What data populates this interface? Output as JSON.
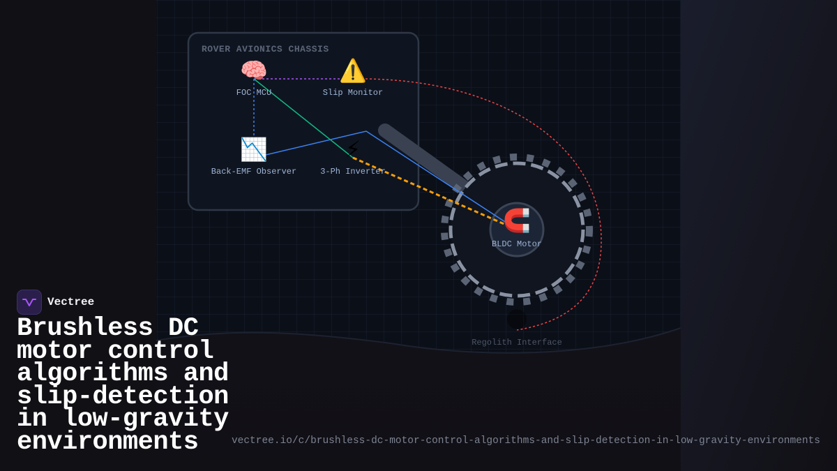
{
  "brand": {
    "name": "Vectree",
    "logo_icon": "waveform-icon",
    "logo_color": "#a855f7"
  },
  "headline": "Brushless DC motor control algorithms and slip-detection in low-gravity environments",
  "url": "vectree.io/c/brushless-dc-motor-control-algorithms-and-slip-detection-in-low-gravity-environments",
  "diagram": {
    "chassis_title": "ROVER AVIONICS CHASSIS",
    "nodes": [
      {
        "id": "foc",
        "icon": "🧠",
        "icon_name": "brain-icon",
        "label": "FOC MCU"
      },
      {
        "id": "slip",
        "icon": "⚠️",
        "icon_name": "warning-icon",
        "label": "Slip Monitor"
      },
      {
        "id": "observer",
        "icon": "📉",
        "icon_name": "chart-decreasing-icon",
        "label": "Back-EMF Observer"
      },
      {
        "id": "inverter",
        "icon": "⚡",
        "icon_name": "lightning-icon",
        "label": "3-Ph Inverter"
      },
      {
        "id": "motor",
        "icon": "🧲",
        "icon_name": "magnet-icon",
        "label": "BLDC Motor"
      },
      {
        "id": "regolith",
        "icon": "🌑",
        "icon_name": "moon-icon",
        "label": "Regolith Interface"
      }
    ],
    "colors": {
      "foc_to_slip": "#a855f7",
      "foc_to_observer": "#3b82f6",
      "foc_to_inverter": "#10b981",
      "observer_to_motor": "#3b82f6",
      "inverter_to_motor": "#f59e0b",
      "slip_to_regolith": "#ef4444"
    }
  }
}
